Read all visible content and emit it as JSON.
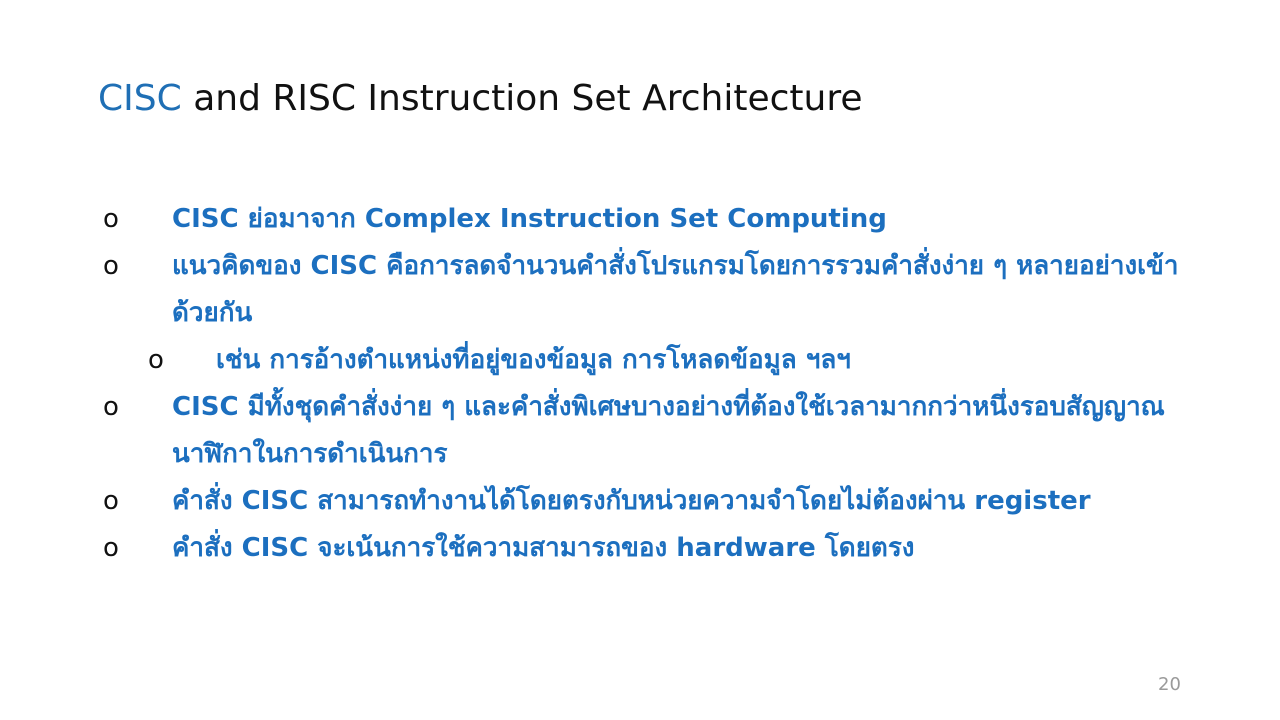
{
  "slide": {
    "title_accent": "CISC",
    "title_rest": " and RISC Instruction Set Architecture",
    "bullet_marker": "o",
    "bullets": [
      {
        "text": "CISC ย่อมาจาก Complex Instruction Set Computing"
      },
      {
        "text": "แนวคิดของ CISC คือการลดจำนวนคำสั่งโปรแกรมโดยการรวมคำสั่งง่าย ๆ หลายอย่างเข้าด้วยกัน"
      },
      {
        "text": "เช่น การอ้างตำแหน่งที่อยู่ของข้อมูล การโหลดข้อมูล ฯลฯ"
      },
      {
        "text": "CISC มีทั้งชุดคำสั่งง่าย ๆ และคำสั่งพิเศษบางอย่างที่ต้องใช้เวลามากกว่าหนึ่งรอบสัญญาณนาฬิกาในการดำเนินการ"
      },
      {
        "text": "คำสั่ง CISC สามารถทำงานได้โดยตรงกับหน่วยความจำโดยไม่ต้องผ่าน register"
      },
      {
        "text": "คำสั่ง CISC จะเน้นการใช้ความสามารถของ hardware โดยตรง"
      }
    ],
    "page_number": "20"
  }
}
